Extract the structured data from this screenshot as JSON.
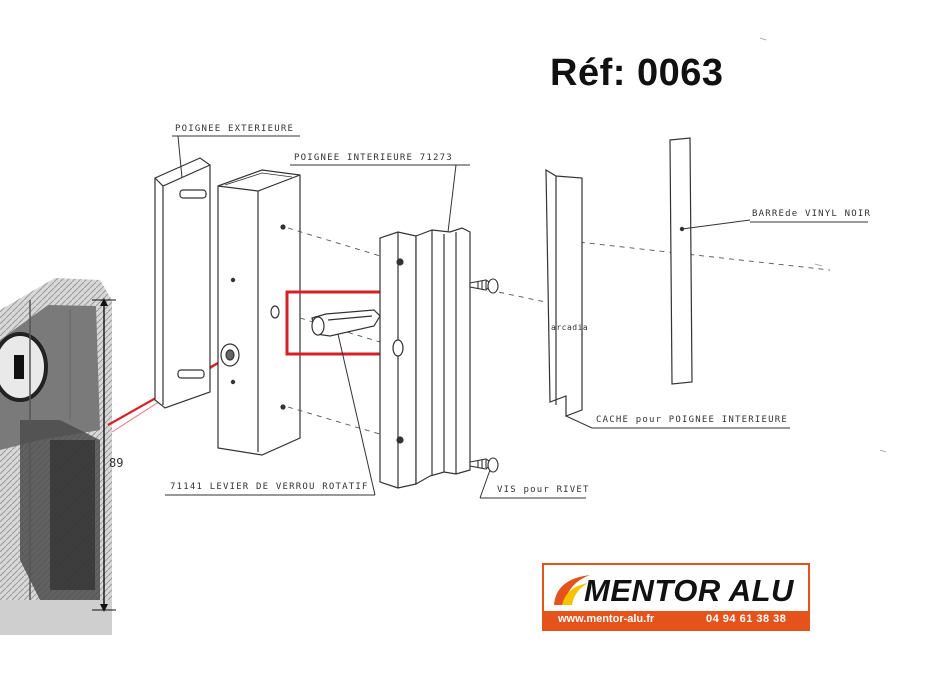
{
  "title": "Réf: 0063",
  "labels": {
    "poignee_exterieure": "POIGNEE EXTERIEURE",
    "poignee_interieure": "POIGNEE INTERIEURE 71273",
    "barre_vinyl": "BARREde VINYL NOIR",
    "cache": "CACHE pour POIGNEE INTERIEURE",
    "levier": "71141 LEVIER DE VERROU ROTATIF",
    "vis": "VIS pour RIVET",
    "arcadia": "arcadia"
  },
  "dimension": "89",
  "highlight_color": "#d42027",
  "logo": {
    "name": "MENTOR ALU",
    "url": "www.mentor-alu.fr",
    "phone": "04 94 61 38 38",
    "accent": "#e4531b",
    "yellow": "#f6c200"
  }
}
